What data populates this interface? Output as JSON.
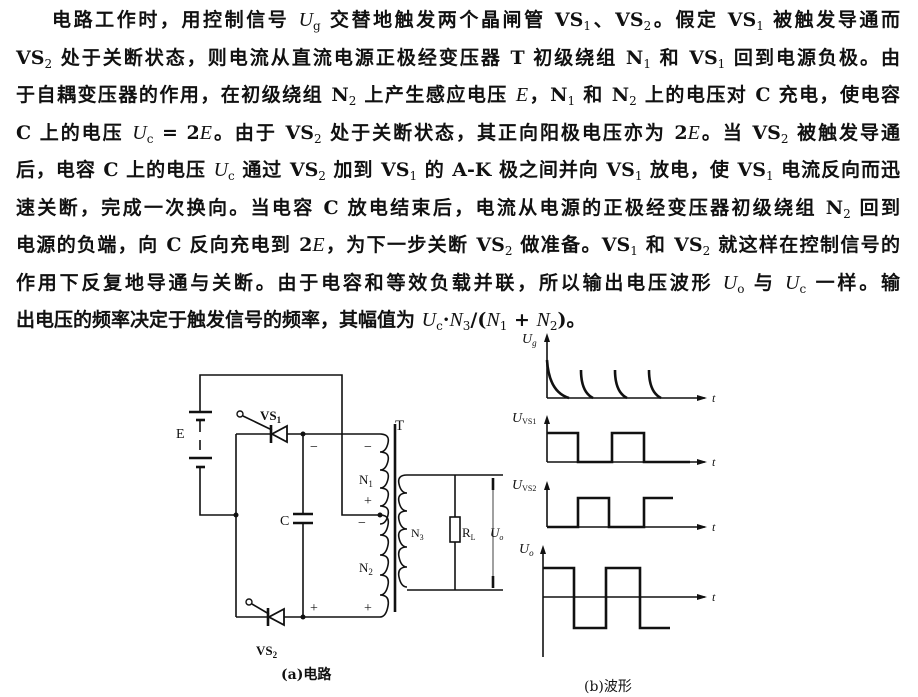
{
  "paragraph": [
    [
      [
        "电路工作时，用控制信号 ",
        "n"
      ],
      [
        "U",
        "i"
      ],
      [
        "g",
        "s"
      ],
      [
        " 交替地触发两个晶闸管 VS",
        "n"
      ],
      [
        "1",
        "s"
      ],
      [
        "、VS",
        "n"
      ],
      [
        "2",
        "s"
      ],
      [
        "。假定 VS",
        "n"
      ],
      [
        "1",
        "s"
      ],
      [
        " 被触发导通而",
        "n"
      ]
    ],
    [
      [
        "VS",
        "n"
      ],
      [
        "2",
        "s"
      ],
      [
        " 处于关断状态，则电流从直流电源正极经变压器 T 初级绕组 N",
        "n"
      ],
      [
        "1",
        "s"
      ],
      [
        " 和 VS",
        "n"
      ],
      [
        "1",
        "s"
      ],
      [
        " 回到电源负极。由",
        "n"
      ]
    ],
    [
      [
        "于自耦变压器的作用，在初级绕组 N",
        "n"
      ],
      [
        "2",
        "s"
      ],
      [
        " 上产生感应电压 ",
        "n"
      ],
      [
        "E",
        "i"
      ],
      [
        "，N",
        "n"
      ],
      [
        "1",
        "s"
      ],
      [
        " 和 N",
        "n"
      ],
      [
        "2",
        "s"
      ],
      [
        " 上的电压对 C 充电，使电容",
        "n"
      ]
    ],
    [
      [
        "C 上的电压 ",
        "n"
      ],
      [
        "U",
        "i"
      ],
      [
        "c",
        "s"
      ],
      [
        " = 2",
        "n"
      ],
      [
        "E",
        "i"
      ],
      [
        "。由于 VS",
        "n"
      ],
      [
        "2",
        "s"
      ],
      [
        " 处于关断状态，其正向阳极电压亦为 2",
        "n"
      ],
      [
        "E",
        "i"
      ],
      [
        "。当 VS",
        "n"
      ],
      [
        "2",
        "s"
      ],
      [
        " 被触发导通",
        "n"
      ]
    ],
    [
      [
        "后，电容 C 上的电压 ",
        "n"
      ],
      [
        "U",
        "i"
      ],
      [
        "c",
        "s"
      ],
      [
        " 通过 VS",
        "n"
      ],
      [
        "2",
        "s"
      ],
      [
        " 加到 VS",
        "n"
      ],
      [
        "1",
        "s"
      ],
      [
        " 的 A-K 极之间并向 VS",
        "n"
      ],
      [
        "1",
        "s"
      ],
      [
        " 放电，使 VS",
        "n"
      ],
      [
        "1",
        "s"
      ],
      [
        " 电流反向而迅",
        "n"
      ]
    ],
    [
      [
        "速关断，完成一次换向。当电容 C 放电结束后，电流从电源的正极经变压器初级绕组 N",
        "n"
      ],
      [
        "2",
        "s"
      ],
      [
        " 回到",
        "n"
      ]
    ],
    [
      [
        "电源的负端，向 C 反向充电到 2",
        "n"
      ],
      [
        "E",
        "i"
      ],
      [
        "，为下一步关断 VS",
        "n"
      ],
      [
        "2",
        "s"
      ],
      [
        " 做准备。VS",
        "n"
      ],
      [
        "1",
        "s"
      ],
      [
        " 和 VS",
        "n"
      ],
      [
        "2",
        "s"
      ],
      [
        " 就这样在控制信号的",
        "n"
      ]
    ],
    [
      [
        "作用下反复地导通与关断。由于电容和等效负载并联，所以输出电压波形 ",
        "n"
      ],
      [
        "U",
        "i"
      ],
      [
        "o",
        "s"
      ],
      [
        " 与 ",
        "n"
      ],
      [
        "U",
        "i"
      ],
      [
        "c",
        "s"
      ],
      [
        " 一样。输",
        "n"
      ]
    ],
    [
      [
        "出电压的频率决定于触发信号的频率，其幅值为 ",
        "n"
      ],
      [
        "U",
        "i"
      ],
      [
        "c",
        "s"
      ],
      [
        "·",
        "n"
      ],
      [
        "N",
        "i"
      ],
      [
        "3",
        "s"
      ],
      [
        "/(",
        "n"
      ],
      [
        "N",
        "i"
      ],
      [
        "1",
        "s"
      ],
      [
        " + ",
        "n"
      ],
      [
        "N",
        "i"
      ],
      [
        "2",
        "s"
      ],
      [
        ")。",
        "n"
      ]
    ]
  ],
  "circuit": {
    "battery": "E",
    "thyristor1": "VS",
    "thyristor1_sub": "1",
    "thyristor2": "VS",
    "thyristor2_sub": "2",
    "capacitor": "C",
    "transformer": "T",
    "winding1": "N",
    "winding1_sub": "1",
    "winding2": "N",
    "winding2_sub": "2",
    "winding3": "N",
    "winding3_sub": "3",
    "load": "R",
    "load_sub": "L",
    "output": "U",
    "output_sub": "o",
    "minus": "−",
    "plus": "+",
    "caption": "(a)电路"
  },
  "waveforms": {
    "ug": "U",
    "ug_sub": "g",
    "uvs1": "U",
    "uvs1_sub": "VS1",
    "uvs2": "U",
    "uvs2_sub": "VS2",
    "uo": "U",
    "uo_sub": "o",
    "t": "t",
    "caption": "(b)波形"
  }
}
